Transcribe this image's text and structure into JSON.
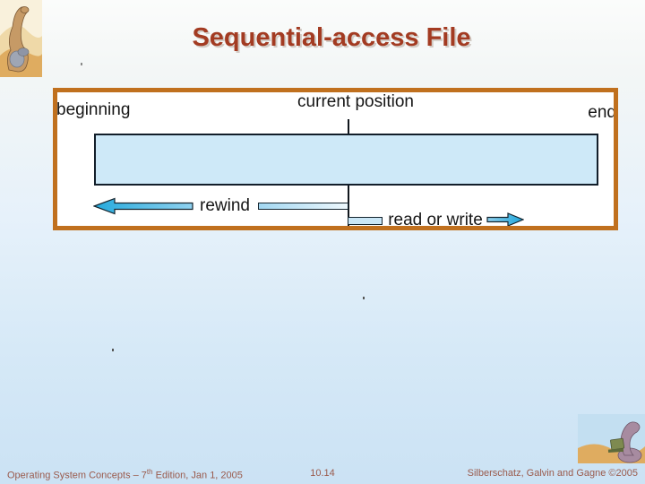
{
  "slide": {
    "title": "Sequential-access File"
  },
  "diagram": {
    "labels": {
      "current_position": "current position",
      "beginning": "beginning",
      "end": "end",
      "rewind": "rewind",
      "read_or_write": "read or write"
    }
  },
  "footer": {
    "left_prefix": "Operating System Concepts – 7",
    "left_superscript": "th",
    "left_suffix": " Edition, Jan 1, 2005",
    "page_number": "10.14",
    "credits": "Silberschatz, Galvin and Gagne ©2005"
  },
  "icons": {
    "top_left_logo": "dinosaur-reading-logo",
    "bottom_right_logo": "dinosaur-laptop-logo"
  },
  "colors": {
    "title_text": "#A33B22",
    "diagram_border": "#C0701E",
    "file_fill": "#CEE9F8",
    "arrow_cyan": "#25AADC",
    "footer_text": "#9A5A4C",
    "background_top": "#FBFCFB",
    "background_bottom": "#CBE2F4"
  }
}
